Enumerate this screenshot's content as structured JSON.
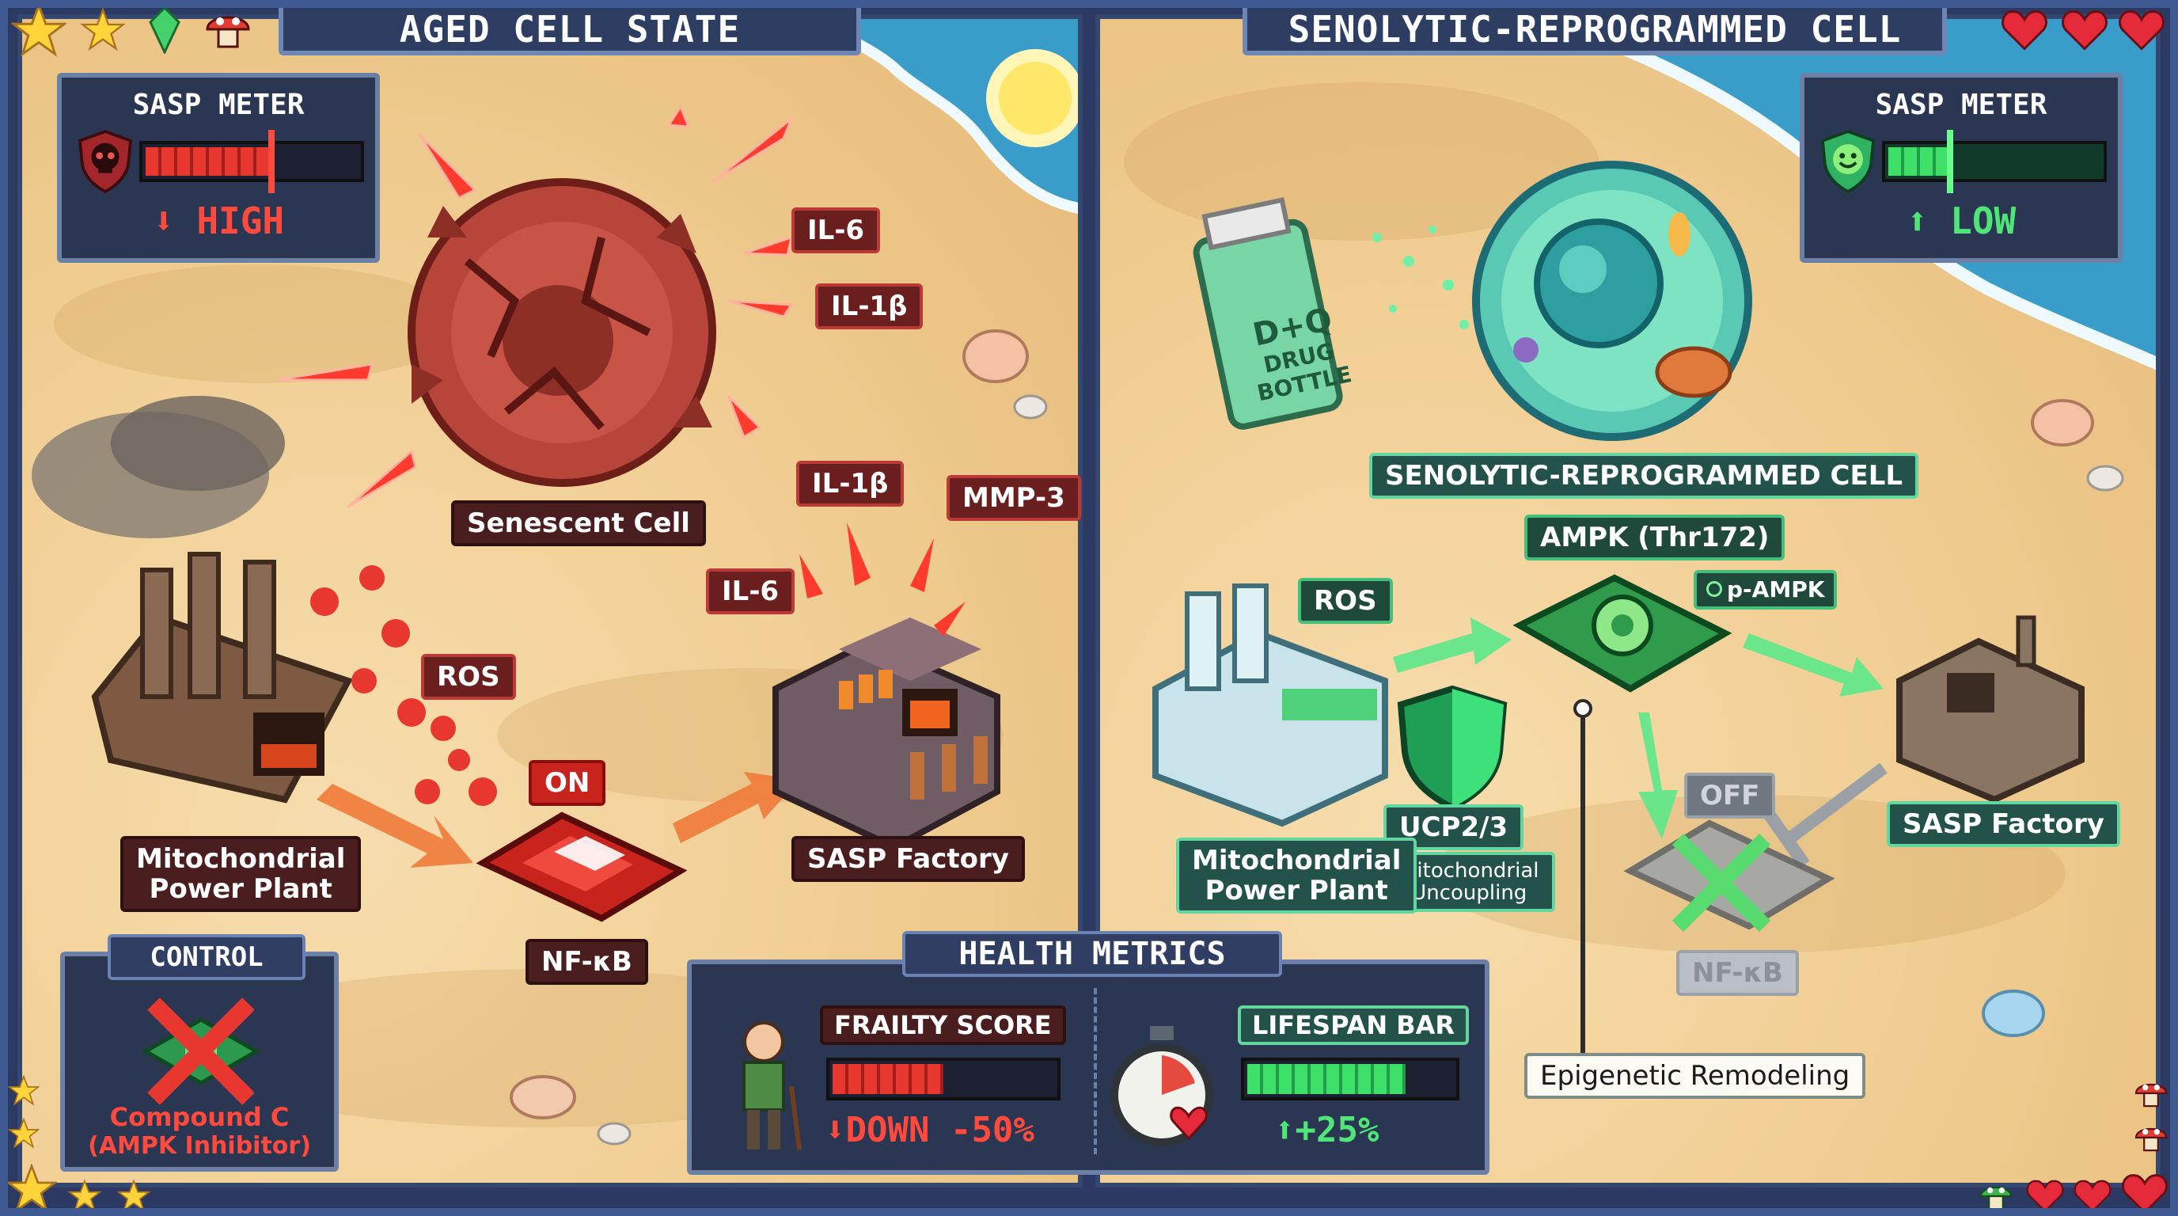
{
  "left": {
    "title": "AGED CELL STATE",
    "sasp_meter": {
      "title": "SASP METER",
      "status": "HIGH",
      "level": 0.6
    },
    "labels": {
      "senescent_cell": "Senescent Cell",
      "il6_top": "IL-6",
      "il1b_top": "IL-1β",
      "il1b_factory": "IL-1β",
      "mmp3": "MMP-3",
      "il6_factory": "IL-6",
      "ros": "ROS",
      "mito_line1": "Mitochondrial",
      "mito_line2": "Power Plant",
      "switch_state": "ON",
      "nfkb": "NF-κB",
      "sasp_factory": "SASP Factory"
    },
    "control": {
      "title": "CONTROL",
      "line1": "Compound C",
      "line2": "(AMPK Inhibitor)"
    }
  },
  "right": {
    "title": "SENOLYTIC-REPROGRAMMED CELL",
    "sasp_meter": {
      "title": "SASP METER",
      "status": "LOW",
      "level": 0.3
    },
    "bottle": {
      "line1": "D+Q",
      "line2": "DRUG",
      "line3": "BOTTLE"
    },
    "labels": {
      "cell": "SENOLYTIC-REPROGRAMMED CELL",
      "ampk": "AMPK (Thr172)",
      "pampk": "p-AMPK",
      "ros": "ROS",
      "ucp": "UCP2/3",
      "uncoupling_line1": "Mitochondrial",
      "uncoupling_line2": "Uncoupling",
      "mito_line1": "Mitochondrial",
      "mito_line2": "Power Plant",
      "switch_state": "OFF",
      "nfkb": "NF-κB",
      "sasp_factory": "SASP Factory",
      "epigenetic": "Epigenetic Remodeling"
    }
  },
  "health": {
    "title": "HEALTH METRICS",
    "frailty": {
      "title": "FRAILTY SCORE",
      "change": "DOWN -50%",
      "level": 0.5
    },
    "lifespan": {
      "title": "LIFESPAN BAR",
      "change": "+25%",
      "level": 0.77
    }
  },
  "colors": {
    "red": "#e8372f",
    "green": "#3fe06a",
    "navy": "#2d3e62"
  },
  "icons": [
    "star-icon",
    "gem-icon",
    "mushroom-icon",
    "heart-icon",
    "skull-shield-icon",
    "smile-shield-icon",
    "arrow-down-icon",
    "arrow-up-icon",
    "x-icon",
    "stopwatch-icon",
    "elder-icon"
  ]
}
